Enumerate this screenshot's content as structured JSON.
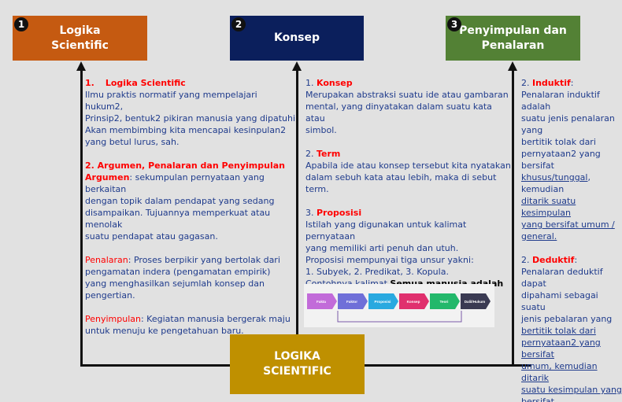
{
  "headers": [
    {
      "num": "1",
      "title": "Logika\nScientific",
      "color": "#c55a11"
    },
    {
      "num": "2",
      "title": "Konsep",
      "color": "#0b1f5c"
    },
    {
      "num": "3",
      "title": "Penyimpulan dan\nPenalaran",
      "color": "#538135"
    }
  ],
  "bottom": {
    "title": "LOGIKA\nSCIENTIFIC",
    "color": "#bf9000"
  },
  "col1": {
    "s1_num": "1.",
    "s1_title": "Logika Scientific",
    "s1_lines": [
      "Ilmu praktis normatif yang mempelajari hukum2,",
      "Prinsip2, bentuk2 pikiran manusia yang dipatuhi",
      "Akan membimbing kita mencapai kesinpulan2",
      "yang betul lurus, sah."
    ],
    "s2_title": "2. Argumen, Penalaran dan Penyimpulan",
    "s2_label": "Argumen",
    "s2_lines": [
      ": sekumpulan pernyataan yang berkaitan",
      "dengan topik dalam pendapat yang sedang",
      "disampaikan. Tujuannya memperkuat atau menolak",
      "suatu pendapat atau gagasan."
    ],
    "s3_label": "Penalaran",
    "s3_lines": [
      ":  Proses berpikir yang bertolak dari",
      "pengamatan indera (pengamatan empirik)",
      "yang menghasilkan sejumlah konsep dan pengertian."
    ],
    "s4_label": "Penyimpulan",
    "s4_lines": [
      ": Kegiatan manusia bergerak maju",
      "untuk menuju ke pengetahuan baru."
    ]
  },
  "col2": {
    "s1_num": "1. ",
    "s1_title": "Konsep",
    "s1_lines": [
      "Merupakan abstraksi suatu ide atau gambaran",
      "mental, yang dinyatakan dalam suatu kata atau",
      "simbol."
    ],
    "s2_num": "2. ",
    "s2_title": "Term",
    "s2_lines": [
      "Apabila ide atau konsep tersebut kita nyatakan",
      "dalam sebuh kata atau lebih, maka di sebut term."
    ],
    "s3_num": "3. ",
    "s3_title": "Proposisi",
    "s3_lines": [
      "Istilah yang digunakan untuk kalimat pernyataan",
      "yang memiliki arti penuh dan utuh.",
      "Proposisi mempunyai tiga unsur yakni:",
      "1. Subyek, 2. Predikat, 3. Kopula."
    ],
    "s3_example_pre": "Contohnya kalimat ",
    "s3_example_bold": "Semua manusia adalah fana",
    "s3_example_post": "."
  },
  "col3": {
    "s1_num": "2. ",
    "s1_title": "Induktif",
    "s1_lines": [
      "Penalaran induktif adalah",
      "suatu jenis penalaran yang",
      "bertitik tolak dari",
      "pernyataan2 yang bersifat"
    ],
    "s1_ul1": "khusus/tunggal",
    "s1_after": ", kemudian",
    "s1_ul_lines": [
      "ditarik suatu kesimpulan",
      "yang bersifat umum /",
      "general."
    ],
    "s2_num": "2. ",
    "s2_title": "Deduktif",
    "s2_lines": [
      "Penalaran deduktif dapat",
      "dipahami sebagai suatu",
      "jenis pebalaran yang"
    ],
    "s2_ul_lines": [
      "bertitik tolak dari",
      "pernyataan2 yang bersifat",
      "umum, kemudian ditarik",
      "suatu kesimpulan yang",
      "bersifat khusus/individual"
    ]
  },
  "flow": {
    "steps": [
      "Fakta",
      "Faktor",
      "Proposisi",
      "Konsep",
      "Teori",
      "Dalil/Hukum"
    ],
    "colors": [
      "#c26bd9",
      "#6f6fd8",
      "#29a9e0",
      "#e0306e",
      "#23b86b",
      "#3a3a52"
    ]
  }
}
